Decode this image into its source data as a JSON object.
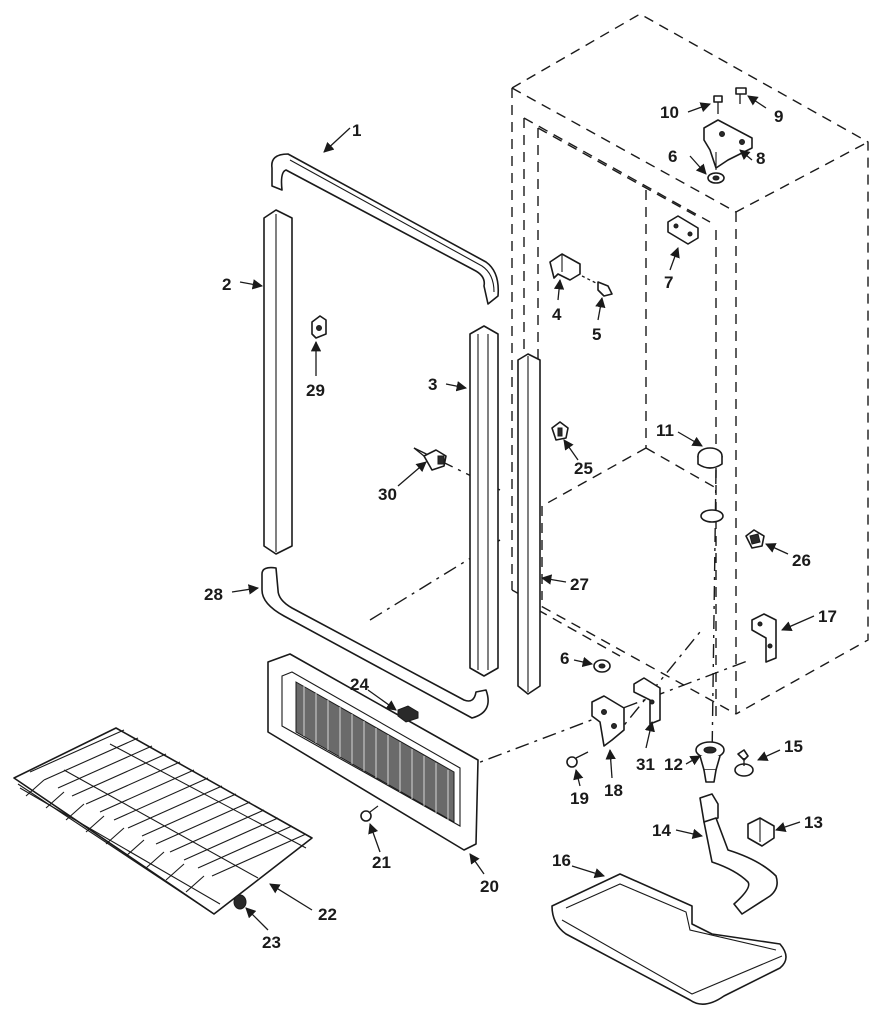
{
  "diagram": {
    "callouts": [
      "1",
      "2",
      "3",
      "4",
      "5",
      "6",
      "7",
      "8",
      "9",
      "10",
      "11",
      "12",
      "13",
      "14",
      "15",
      "16",
      "17",
      "18",
      "19",
      "20",
      "21",
      "22",
      "23",
      "24",
      "25",
      "26",
      "27",
      "28",
      "29",
      "30",
      "31"
    ],
    "repeat": {
      "six_b": "6"
    }
  }
}
